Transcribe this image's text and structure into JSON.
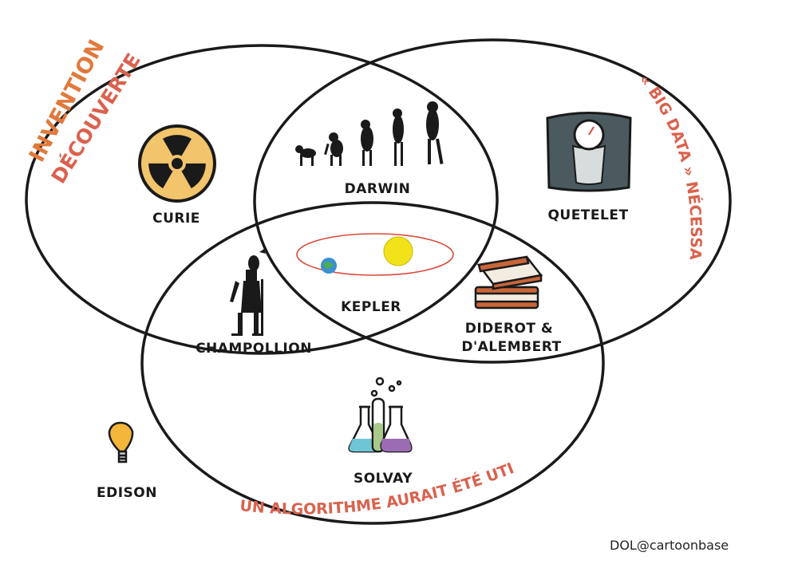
{
  "circles": {
    "invention": {
      "label_line1": "INVENTION",
      "label_line2": "DÉCOUVERTE"
    },
    "big_data": {
      "label": "« BIG DATA » NÉCESSAIRE"
    },
    "algorithm": {
      "label": "UN ALGORITHME AURAIT ÉTÉ UTILE"
    }
  },
  "people": {
    "curie": "CURIE",
    "darwin": "DARWIN",
    "quetelet": "QUETELET",
    "kepler": "KEPLER",
    "champollion": "CHAMPOLLION",
    "diderot_line1": "DIDEROT &",
    "diderot_line2": "D'ALEMBERT",
    "solvay": "SOLVAY",
    "edison": "EDISON"
  },
  "credit": "DOL@cartoonbase",
  "colors": {
    "circle_stroke": "#1a1a1a",
    "invention_label": "#e07a3c",
    "circle_labels": "#d9624e",
    "orbit": "#d94a3a",
    "sun": "#f2e21a",
    "radiation": "#f2c46b"
  },
  "icons": {
    "curie": "radiation-icon",
    "darwin": "evolution-icon",
    "quetelet": "scale-icon",
    "kepler": "orbit-icon",
    "champollion": "egyptian-god-icon",
    "diderot": "books-icon",
    "solvay": "lab-flasks-icon",
    "edison": "lightbulb-icon"
  }
}
